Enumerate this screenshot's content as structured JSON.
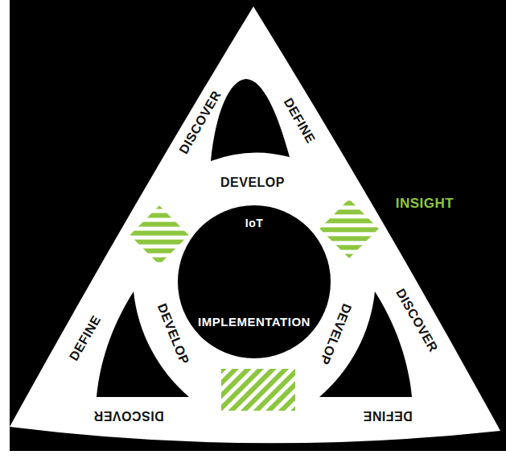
{
  "diagram": {
    "nodes": [
      {
        "text": [
          "DISCOVER",
          "DEFINE",
          "DEVELOP",
          "DEFINE",
          "DEVELOP",
          "DISCOVER",
          "DISCOVER",
          "DEVELOP",
          "DEFINE"
        ]
      },
      {
        "text": [
          "IoT",
          "IMPLEMENTATION"
        ],
        "in": 0
      }
    ],
    "labels": [
      "INSIGHT"
    ]
  }
}
